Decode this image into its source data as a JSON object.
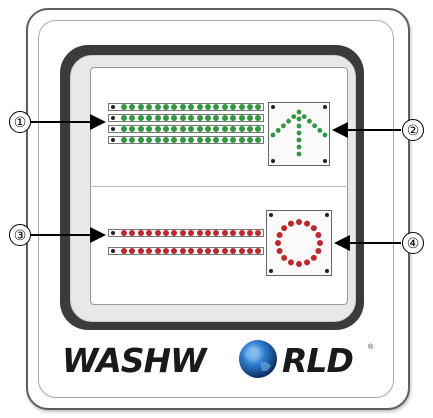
{
  "diagram": {
    "callouts": [
      {
        "label": "①",
        "target": "green-light-strips"
      },
      {
        "label": "②",
        "target": "green-arrow-signal"
      },
      {
        "label": "③",
        "target": "red-light-strips"
      },
      {
        "label": "④",
        "target": "red-stop-signal"
      }
    ],
    "led_colors": {
      "go": "#2e9a3e",
      "stop": "#c2262b"
    },
    "brand": {
      "left": "WASHW",
      "right": "RLD",
      "registered": "®"
    }
  }
}
